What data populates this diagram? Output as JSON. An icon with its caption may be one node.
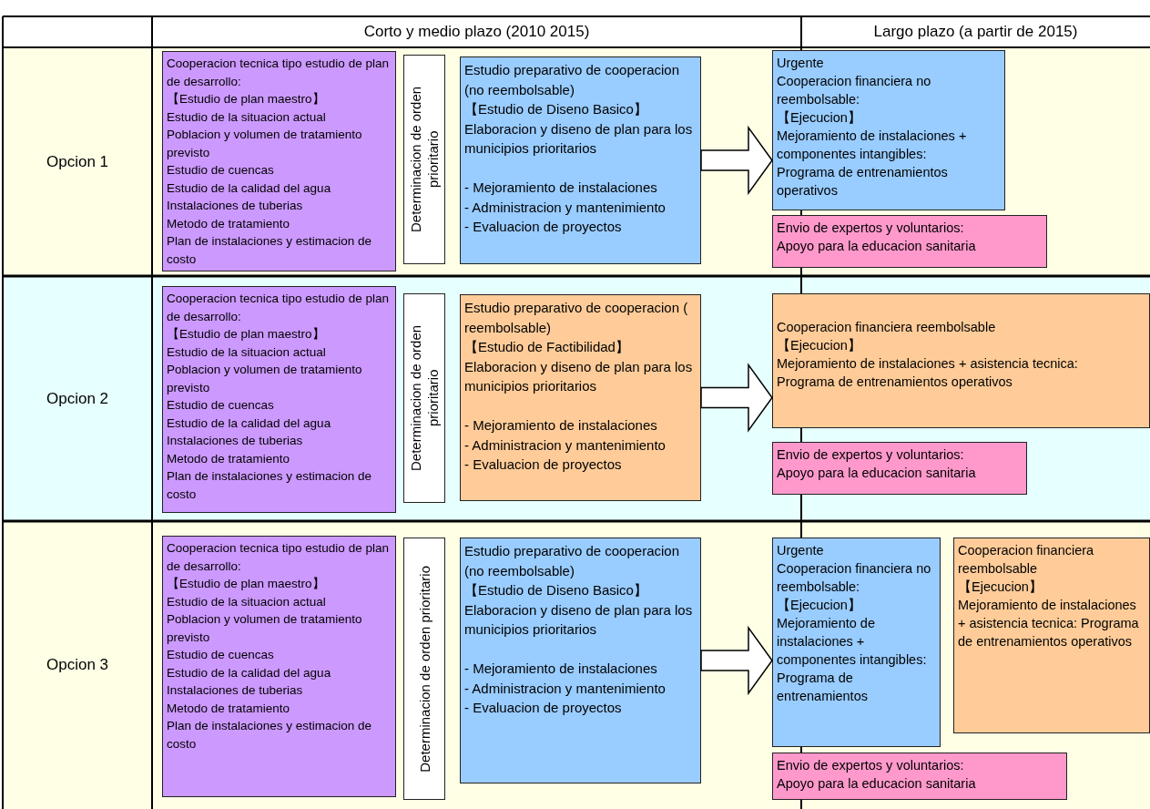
{
  "diagram": {
    "nodes": [
      {
        "text": [
          "Opcion 1"
        ]
      },
      {
        "text": [
          "Cooperacion tecnica tipo estudio de plan de desarrollo:",
          "【Estudio de plan maestro】",
          "Estudio de la situacion actual",
          "Poblacion y volumen de tratamiento previsto",
          "Estudio de cuencas",
          "Estudio de la calidad del agua",
          "Instalaciones de tuberias",
          "Metodo de tratamiento",
          "Plan de instalaciones y estimacion de costo"
        ],
        "in": 0
      },
      {
        "text": [
          "Determinacion de orden prioritario"
        ],
        "in": 0
      },
      {
        "text": [
          "Estudio preparativo de cooperacion (no reembolsable)",
          "【Estudio de Diseno Basico】",
          "Elaboracion y diseno de plan para los municipios prioritarios",
          "- Mejoramiento de instalaciones",
          "- Administracion y mantenimiento",
          "- Evaluacion de proyectos"
        ],
        "in": 0
      },
      {
        "text": [
          "Urgente",
          "Cooperacion financiera no reembolsable:",
          "【Ejecucion】",
          "Mejoramiento de instalaciones + componentes intangibles:",
          "Programa de entrenamientos operativos"
        ],
        "in": 0
      },
      {
        "text": [
          "Envio de expertos y voluntarios:",
          "Apoyo para la educacion sanitaria"
        ],
        "in": 0
      },
      {
        "text": [
          "Opcion 2"
        ]
      },
      {
        "text": [
          "Cooperacion tecnica tipo estudio de plan de desarrollo:",
          "【Estudio de plan maestro】",
          "Estudio de la situacion actual",
          "Poblacion y volumen de tratamiento previsto",
          "Estudio de cuencas",
          "Estudio de la calidad del agua",
          "Instalaciones de tuberias",
          "Metodo de tratamiento",
          "Plan de instalaciones y estimacion de costo"
        ],
        "in": 6
      },
      {
        "text": [
          "Determinacion de orden prioritario"
        ],
        "in": 6
      },
      {
        "text": [
          "Estudio preparativo de cooperacion ( reembolsable)",
          "【Estudio de Factibilidad】",
          "Elaboracion y diseno de plan para los municipios prioritarios",
          "- Mejoramiento de instalaciones",
          "- Administracion y mantenimiento",
          "- Evaluacion de proyectos"
        ],
        "in": 6
      },
      {
        "text": [
          "Cooperacion financiera reembolsable",
          "【Ejecucion】",
          "Mejoramiento de instalaciones + asistencia tecnica:",
          "Programa de entrenamientos operativos"
        ],
        "in": 6
      },
      {
        "text": [
          "Envio de expertos y voluntarios:",
          "Apoyo para la educacion sanitaria"
        ],
        "in": 6
      },
      {
        "text": [
          "Opcion 3"
        ]
      },
      {
        "text": [
          "Cooperacion tecnica tipo estudio de plan de desarrollo:",
          "【Estudio de plan maestro】",
          "Estudio de la situacion actual",
          "Poblacion y volumen de tratamiento previsto",
          "Estudio de cuencas",
          "Estudio de la calidad del agua",
          "Instalaciones de tuberias",
          "Metodo de tratamiento",
          "Plan de instalaciones y estimacion de costo"
        ],
        "in": 12
      },
      {
        "text": [
          "Determinacion de orden prioritario"
        ],
        "in": 12
      },
      {
        "text": [
          "Estudio preparativo de cooperacion (no reembolsable)",
          "【Estudio de Diseno Basico】",
          "Elaboracion y diseno de plan para los municipios prioritarios",
          "- Mejoramiento de instalaciones",
          "- Administracion y mantenimiento",
          "- Evaluacion de proyectos"
        ],
        "in": 12
      },
      {
        "text": [
          "Urgente",
          "Cooperacion financiera no reembolsable:",
          "【Ejecucion】",
          "Mejoramiento de instalaciones + componentes intangibles: Programa de entrenamientos"
        ],
        "in": 12
      },
      {
        "text": [
          "Cooperacion financiera reembolsable",
          "【Ejecucion】",
          "Mejoramiento de instalaciones + asistencia tecnica: Programa de entrenamientos operativos"
        ],
        "in": 12
      },
      {
        "text": [
          "Envio de expertos y voluntarios:",
          "Apoyo para la educacion sanitaria"
        ],
        "in": 12
      }
    ],
    "edges": [
      {
        "from": 3,
        "to": 4,
        "arrow": "to"
      },
      {
        "from": 9,
        "to": 10,
        "arrow": "to"
      },
      {
        "from": 15,
        "to": 16,
        "arrow": "to"
      }
    ],
    "labels": [
      "Corto y medio plazo (2010 2015)",
      "Largo plazo (a partir de 2015)"
    ]
  }
}
